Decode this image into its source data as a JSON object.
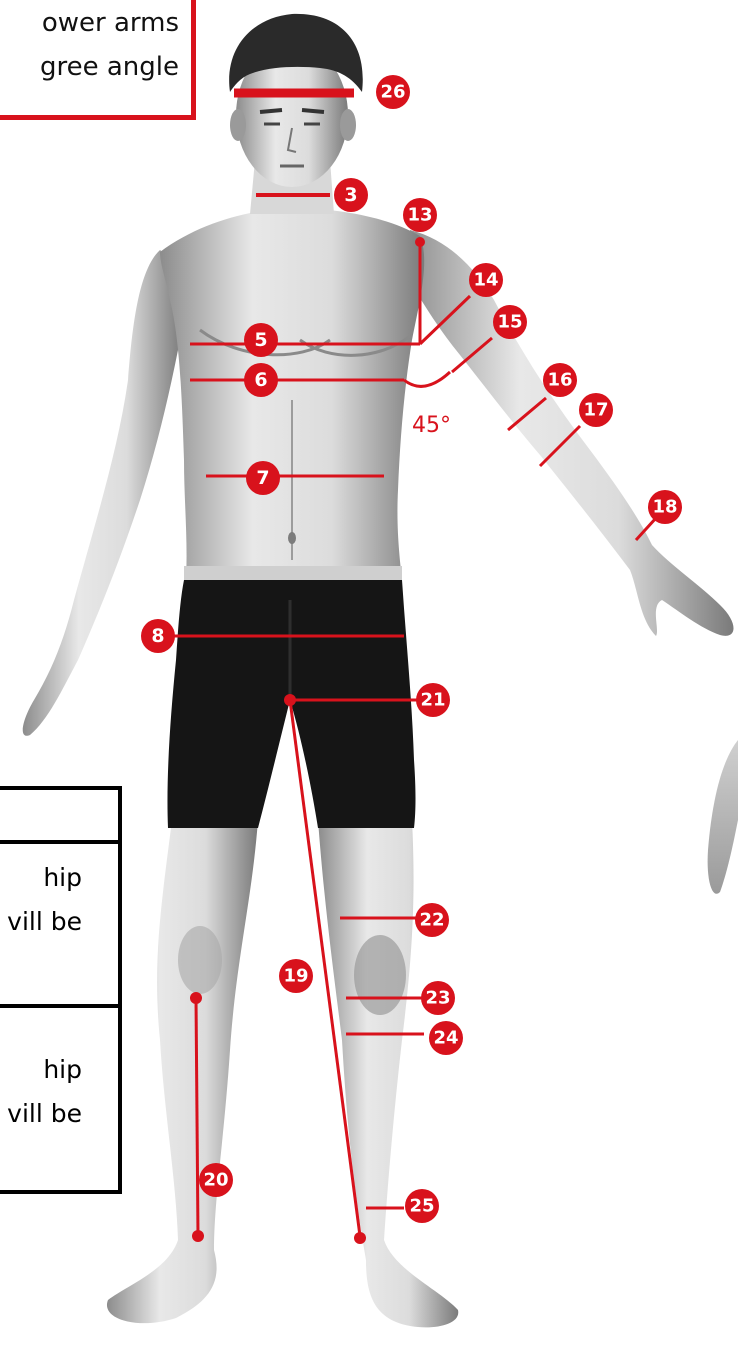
{
  "top_note": {
    "line1": "ower arms",
    "line2": "gree angle"
  },
  "side_table": {
    "row1": {
      "line1": "hip",
      "line2": "vill be"
    },
    "row2": {
      "line1": "hip",
      "line2": "vill be"
    }
  },
  "angle_label": "45°",
  "markers": [
    "26",
    "3",
    "13",
    "14",
    "15",
    "5",
    "6",
    "16",
    "17",
    "7",
    "18",
    "8",
    "21",
    "22",
    "19",
    "23",
    "24",
    "20",
    "25"
  ],
  "colors": {
    "accent": "#d8121c",
    "shorts": "#151515",
    "skin_light": "#e4e4e4",
    "skin_shadow": "#9a9a9a",
    "hair": "#2a2a2a"
  }
}
